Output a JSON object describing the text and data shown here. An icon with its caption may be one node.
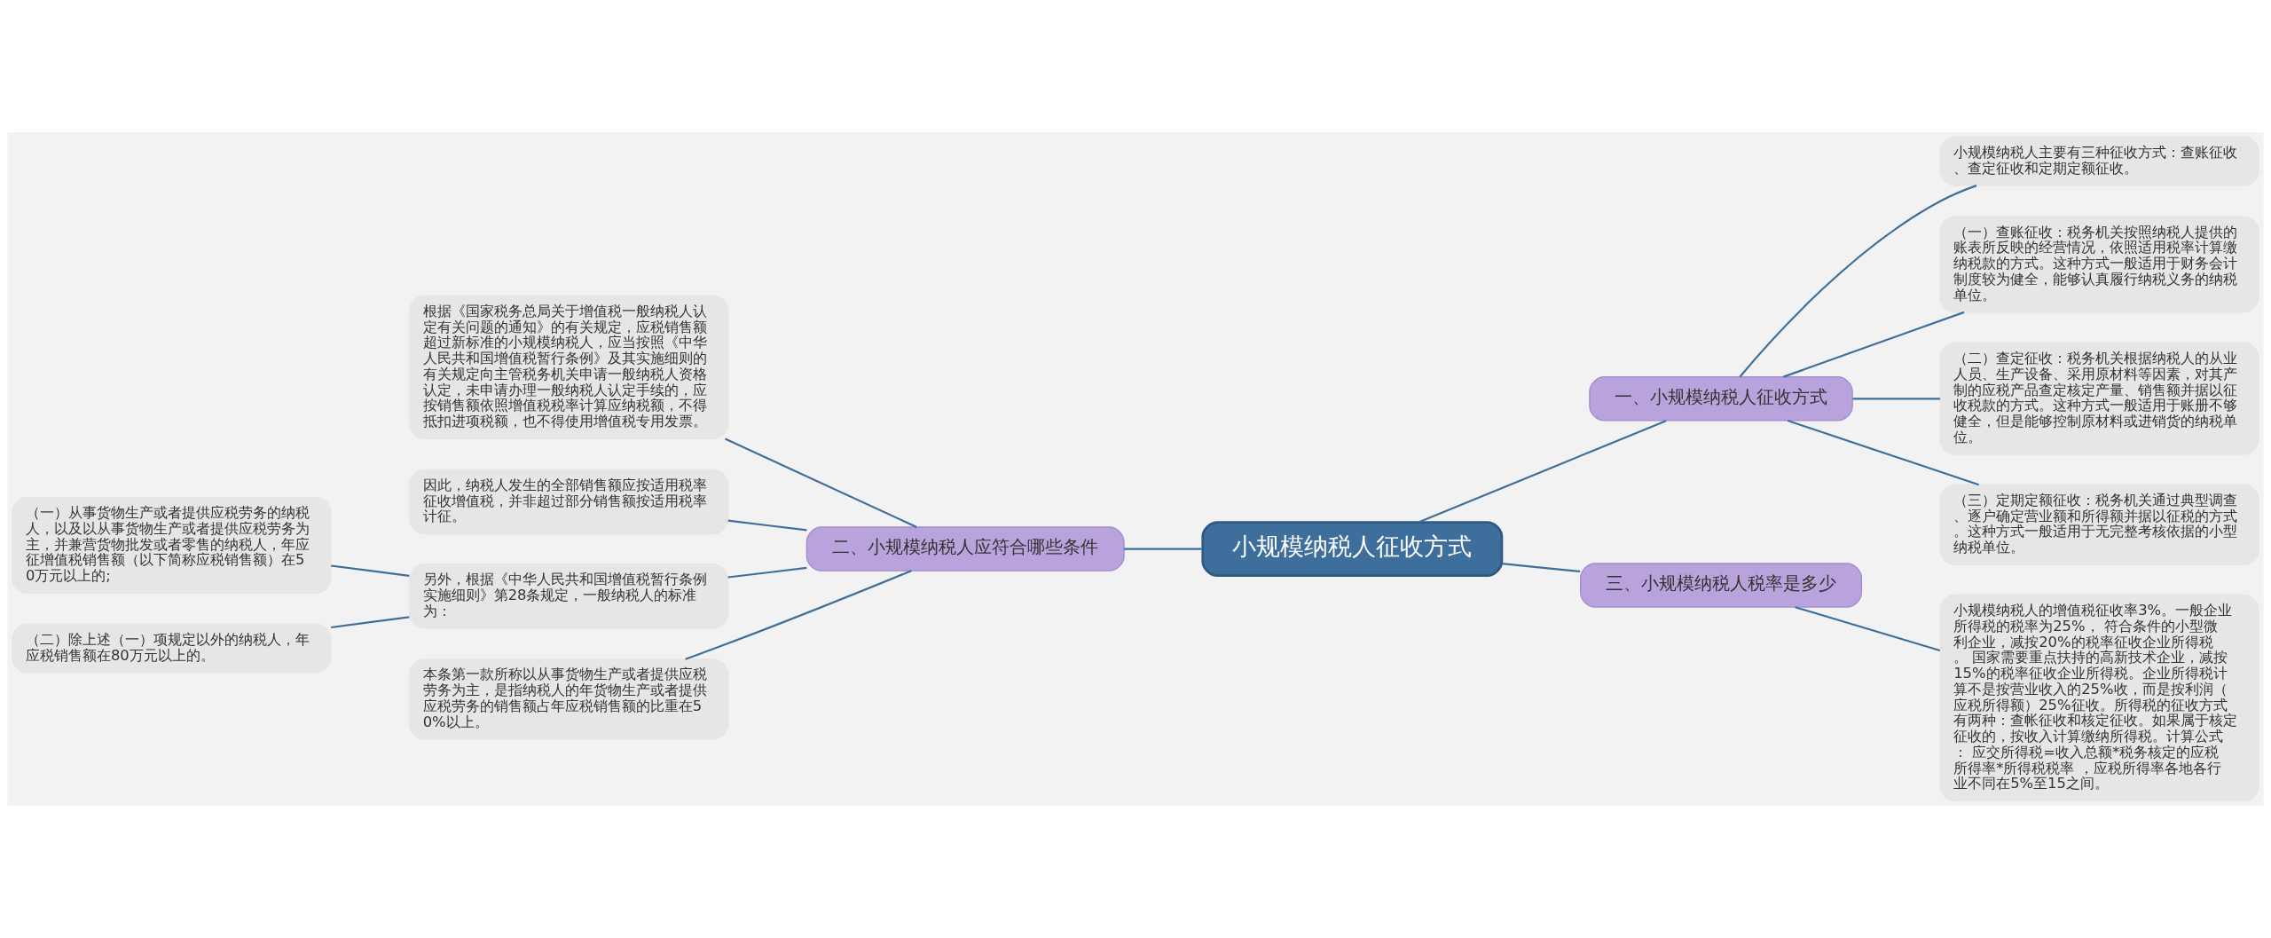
{
  "diagram": {
    "nodes": [
      {
        "text": [
          "小规模纳税人征收方式"
        ]
      },
      {
        "text": [
          "一、小规模纳税人征收方式"
        ]
      },
      {
        "text": [
          "小规模纳税人主要有三种征收方式：查账征收、查定征收和定期定额征收。"
        ]
      },
      {
        "text": [
          "（一）查账征收：税务机关按照纳税人提供的账表所反映的经营情况，依照适用税率计算缴纳税款的方式。这种方式一般适用于财务会计制度较为健全，能够认真履行纳税义务的纳税单位。"
        ]
      },
      {
        "text": [
          "（二）查定征收：税务机关根据纳税人的从业人员、生产设备、采用原材料等因素，对其产制的应税产品查定核定产量、销售额并据以征收税款的方式。这种方式一般适用于账册不够健全，但是能够控制原材料或进销货的纳税单位。"
        ]
      },
      {
        "text": [
          "（三）定期定额征收：税务机关通过典型调查、逐户确定营业额和所得额并据以征税的方式。这种方式一般适用于无完整考核依据的小型纳税单位。"
        ]
      },
      {
        "text": [
          "二、小规模纳税人应符合哪些条件"
        ]
      },
      {
        "text": [
          "根据《国家税务总局关于增值税一般纳税人认定有关问题的通知》的有关规定，应税销售额超过新标准的小规模纳税人，应当按照《中华人民共和国增值税暂行条例》及其实施细则的有关规定向主管税务机关申请一般纳税人资格认定，未申请办理一般纳税人认定手续的，应按销售额依照增值税税率计算应纳税额，不得抵扣进项税额，也不得使用增值税专用发票。"
        ]
      },
      {
        "text": [
          "因此，纳税人发生的全部销售额应按适用税率征收增值税，并非超过部分销售额按适用税率计征。"
        ]
      },
      {
        "text": [
          "另外，根据《中华人民共和国增值税暂行条例实施细则》第28条规定，一般纳税人的标准为："
        ]
      },
      {
        "text": [
          "（一）从事货物生产或者提供应税劳务的纳税人，以及以从事货物生产或者提供应税劳务为主，并兼营货物批发或者零售的纳税人，年应征增值税销售额（以下简称应税销售额）在50万元以上的;"
        ]
      },
      {
        "text": [
          "（二）除上述（一）项规定以外的纳税人，年应税销售额在80万元以上的。"
        ]
      },
      {
        "text": [
          "本条第一款所称以从事货物生产或者提供应税劳务为主，是指纳税人的年货物生产或者提供应税劳务的销售额占年应税销售额的比重在50%以上。"
        ]
      },
      {
        "text": [
          "三、小规模纳税人税率是多少"
        ]
      },
      {
        "text": [
          "小规模纳税人的增值税征收率3%。一般企业所得税的税率为25%， 符合条件的小型微利企业，减按20%的税率征收企业所得税。 国家需要重点扶持的高新技术企业，减按15%的税率征收企业所得税。企业所得税计算不是按营业收入的25%收，而是按利润（应税所得额）25%征收。所得税的征收方式有两种：查帐征收和核定征收。如果属于核定征收的，按收入计算缴纳所得税。计算公式： 应交所得税=收入总额*税务核定的应税所得率*所得税税率 ，应税所得率各地各行业不同在5%至15之间。"
        ]
      }
    ],
    "edges": [
      {
        "from": 0,
        "to": 1,
        "arrow": "none"
      },
      {
        "from": 1,
        "to": 2,
        "arrow": "none"
      },
      {
        "from": 1,
        "to": 3,
        "arrow": "none"
      },
      {
        "from": 1,
        "to": 4,
        "arrow": "none"
      },
      {
        "from": 1,
        "to": 5,
        "arrow": "none"
      },
      {
        "from": 0,
        "to": 6,
        "arrow": "none"
      },
      {
        "from": 6,
        "to": 7,
        "arrow": "none"
      },
      {
        "from": 6,
        "to": 8,
        "arrow": "none"
      },
      {
        "from": 6,
        "to": 9,
        "arrow": "none"
      },
      {
        "from": 9,
        "to": 10,
        "arrow": "none"
      },
      {
        "from": 9,
        "to": 11,
        "arrow": "none"
      },
      {
        "from": 6,
        "to": 12,
        "arrow": "none"
      },
      {
        "from": 0,
        "to": 13,
        "arrow": "none"
      },
      {
        "from": 13,
        "to": 14,
        "arrow": "none"
      }
    ]
  }
}
